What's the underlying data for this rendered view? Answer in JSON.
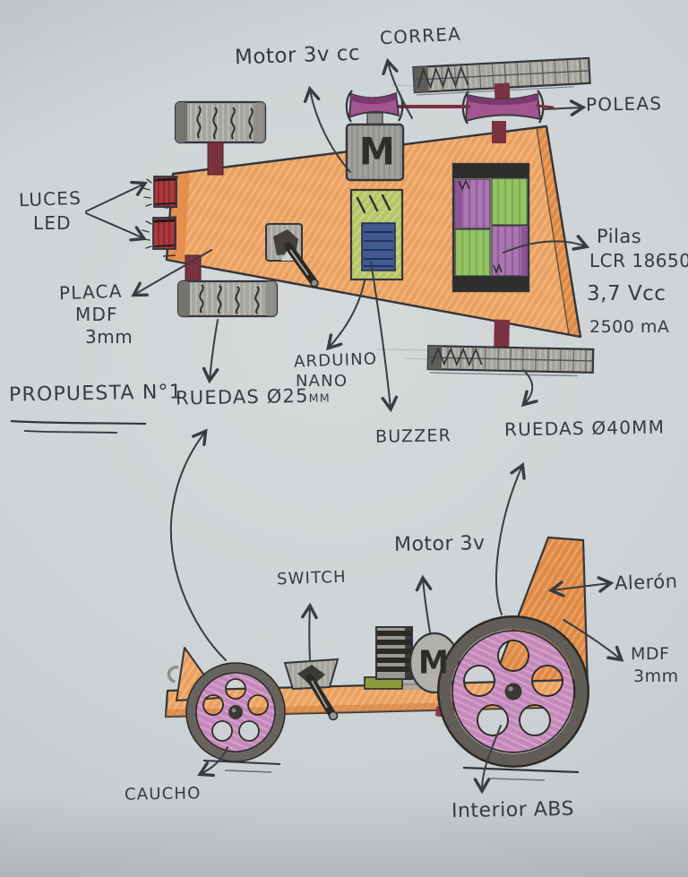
{
  "heading": {
    "propuesta": "Propuesta N°1"
  },
  "colors": {
    "paper": "#cdd2d4",
    "ink": "#3a3d40",
    "body_orange": "#e8a161",
    "axle_maroon": "#7a3140",
    "pulley_purple": "#a25590",
    "wheel_pink": "#c488ba",
    "board_green": "#b5c36a",
    "buzzer_blue": "#41598f",
    "battery_green": "#94c463",
    "battery_purple": "#ab77b1",
    "led_red": "#b23131",
    "metal_gray": "#a6a5a0"
  },
  "top_view": {
    "labels": {
      "motor": "Motor 3v cc",
      "correa": "Correa",
      "poleas": "Poleas",
      "luces_line1": "Luces",
      "luces_line2": "LED",
      "placa_line1": "Placa",
      "placa_line2": "MDF",
      "placa_line3": "3mm",
      "ruedas_front_main": "Ruedas ø25",
      "ruedas_front_unit": "mm",
      "arduino_line1": "Arduino",
      "arduino_line2": "Nano",
      "buzzer": "Buzzer",
      "ruedas_rear": "Ruedas ø40mm",
      "pilas_line1": "Pilas",
      "pilas_line2": "LCR 18650",
      "pilas_line3": "3,7 Vcc",
      "pilas_line4": "2500 mA",
      "motor_letter": "M"
    }
  },
  "side_view": {
    "labels": {
      "motor": "Motor 3v",
      "switch": "Switch",
      "aleron": "Alerón",
      "mdf_line1": "MDF",
      "mdf_line2": "3mm",
      "caucho": "Caucho",
      "interior": "Interior ABS",
      "motor_letter": "M"
    }
  }
}
